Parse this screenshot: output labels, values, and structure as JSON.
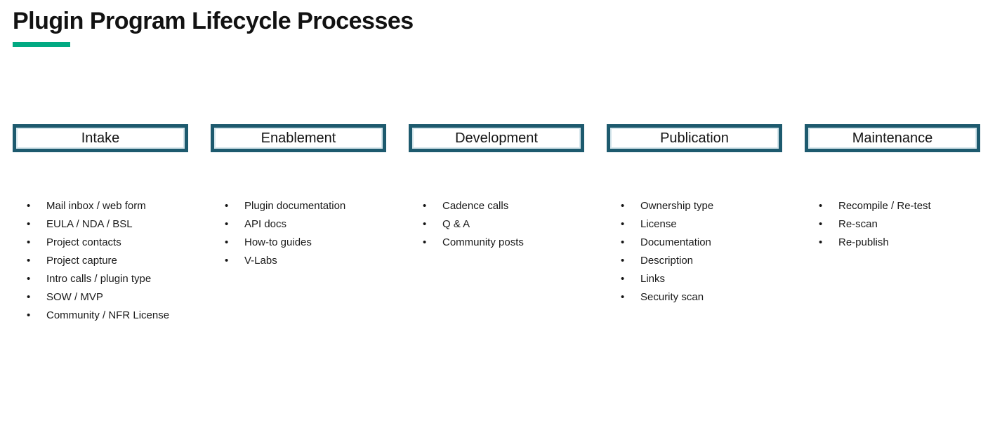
{
  "page": {
    "title": "Plugin Program Lifecycle Processes"
  },
  "theme": {
    "accent-green": "#01a982",
    "box-border": "#1d5a6e",
    "box-inner-line": "#d5e6ec",
    "text": "#1a1a1a"
  },
  "columns": [
    {
      "header": "Intake",
      "items": [
        "Mail inbox / web form",
        "EULA / NDA / BSL",
        "Project contacts",
        "Project capture",
        "Intro calls / plugin type",
        "SOW / MVP",
        "Community / NFR License"
      ]
    },
    {
      "header": "Enablement",
      "items": [
        "Plugin documentation",
        "API docs",
        "How-to guides",
        "V-Labs"
      ]
    },
    {
      "header": "Development",
      "items": [
        "Cadence calls",
        "Q & A",
        "Community posts"
      ]
    },
    {
      "header": "Publication",
      "items": [
        "Ownership type",
        "License",
        "Documentation",
        "Description",
        "Links",
        "Security scan"
      ]
    },
    {
      "header": "Maintenance",
      "items": [
        "Recompile / Re-test",
        "Re-scan",
        "Re-publish"
      ]
    }
  ]
}
